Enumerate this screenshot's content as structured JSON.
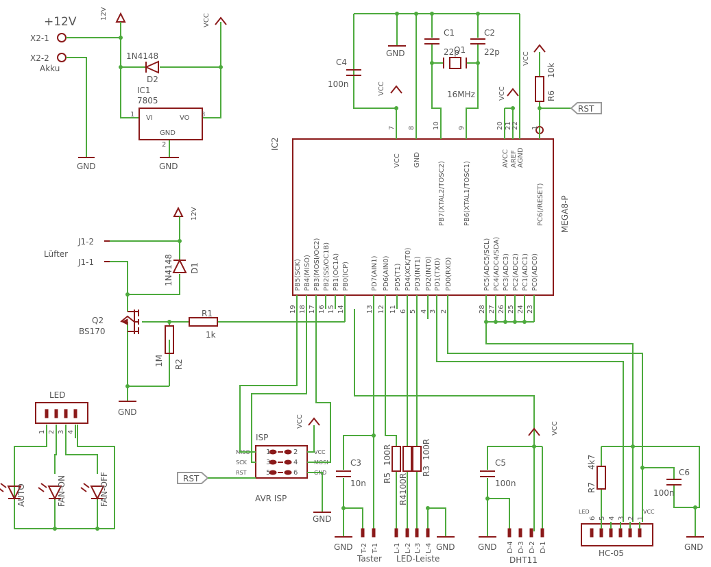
{
  "supply": {
    "plus12": "+12V",
    "x2_1": "X2-1",
    "x2_2": "X2-2",
    "akku": "Akku",
    "net_12v": "12V",
    "vcc": "VCC",
    "gnd": "GND"
  },
  "d2": {
    "ref": "D2",
    "value": "1N4148"
  },
  "ic1": {
    "ref": "IC1",
    "value": "7805",
    "vi": "VI",
    "vo": "VO",
    "gnd": "GND",
    "p1": "1",
    "p2": "2",
    "p3": "3"
  },
  "c4": {
    "ref": "C4",
    "value": "100n"
  },
  "c1": {
    "ref": "C1",
    "value": "22p"
  },
  "c2": {
    "ref": "C2",
    "value": "22p"
  },
  "q1": {
    "ref": "Q1",
    "value": "16MHz"
  },
  "r6": {
    "ref": "R6",
    "value": "10k"
  },
  "rst": "RST",
  "ic2": {
    "ref": "IC2",
    "value": "MEGA8-P",
    "top_pins": [
      {
        "num": "7",
        "name": "VCC"
      },
      {
        "num": "8",
        "name": "GND"
      },
      {
        "num": "10",
        "name": "PB7(XTAL2/TOSC2)"
      },
      {
        "num": "9",
        "name": "PB6(XTAL1/TOSC1)"
      },
      {
        "num": "20",
        "name": "AVCC"
      },
      {
        "num": "21",
        "name": "AREF"
      },
      {
        "num": "22",
        "name": "AGND"
      },
      {
        "num": "1",
        "name": "PC6(/RESET)"
      }
    ],
    "bottom_pins": [
      {
        "num": "19",
        "name": "PB5(SCK)"
      },
      {
        "num": "18",
        "name": "PB4(MISO)"
      },
      {
        "num": "17",
        "name": "PB3(MOSI/OC2)"
      },
      {
        "num": "16",
        "name": "PB2(SS/OC1B)"
      },
      {
        "num": "15",
        "name": "PB1(OC1A)"
      },
      {
        "num": "14",
        "name": "PB0(ICP)"
      },
      {
        "num": "13",
        "name": "PD7(AIN1)"
      },
      {
        "num": "12",
        "name": "PD6(AIN0)"
      },
      {
        "num": "11",
        "name": "PD5(T1)"
      },
      {
        "num": "6",
        "name": "PD4(XCK/T0)"
      },
      {
        "num": "5",
        "name": "PD3(INT1)"
      },
      {
        "num": "4",
        "name": "PD2(INT0)"
      },
      {
        "num": "3",
        "name": "PD1(TXD)"
      },
      {
        "num": "2",
        "name": "PD0(RXD)"
      },
      {
        "num": "28",
        "name": "PC5(ADC5/SCL)"
      },
      {
        "num": "27",
        "name": "PC4(ADC4/SDA)"
      },
      {
        "num": "26",
        "name": "PC3(ADC3)"
      },
      {
        "num": "25",
        "name": "PC2(ADC2)"
      },
      {
        "num": "24",
        "name": "PC1(ADC1)"
      },
      {
        "num": "23",
        "name": "PC0(ADC0)"
      }
    ]
  },
  "fan": {
    "label": "Lüfter",
    "j1_2": "J1-2",
    "j1_1": "J1-1"
  },
  "d1": {
    "ref": "D1",
    "value": "1N4148"
  },
  "q2": {
    "ref": "Q2",
    "value": "BS170"
  },
  "r1": {
    "ref": "R1",
    "value": "1k"
  },
  "r2": {
    "ref": "R2",
    "value": "1M"
  },
  "led_conn": {
    "title": "LED",
    "pins": [
      "1",
      "2",
      "3",
      "4"
    ],
    "leds": [
      "AUTO",
      "FAN-ON",
      "FAN-OFF"
    ]
  },
  "isp": {
    "title": "ISP",
    "caption": "AVR ISP",
    "left_labels": [
      "MISO",
      "SCK",
      "RST"
    ],
    "right_labels": [
      "VCC",
      "MOSI",
      "GND"
    ],
    "pin_numbers": [
      "1",
      "2",
      "3",
      "4",
      "5",
      "6"
    ]
  },
  "c3": {
    "ref": "C3",
    "value": "10n"
  },
  "taster": {
    "caption": "Taster",
    "pins": [
      "T-2",
      "T-1"
    ]
  },
  "r3": {
    "ref": "R3",
    "value": "100R"
  },
  "r4": {
    "ref": "R4",
    "value": "100R"
  },
  "r5": {
    "ref": "R5",
    "value": "100R"
  },
  "led_leiste": {
    "caption": "LED-Leiste",
    "pins": [
      "L-1",
      "L-2",
      "L-3",
      "L-4"
    ]
  },
  "c5": {
    "ref": "C5",
    "value": "100n"
  },
  "dht": {
    "caption": "DHT11",
    "pins": [
      "D-4",
      "D-3",
      "D-2",
      "D-1"
    ]
  },
  "r7": {
    "ref": "R7",
    "value": "4k7"
  },
  "c6": {
    "ref": "C6",
    "value": "100n"
  },
  "hc05": {
    "caption": "HC-05",
    "pins": [
      "6",
      "5",
      "4",
      "3",
      "2",
      "1"
    ],
    "led": "LED",
    "vcc": "VCC"
  }
}
